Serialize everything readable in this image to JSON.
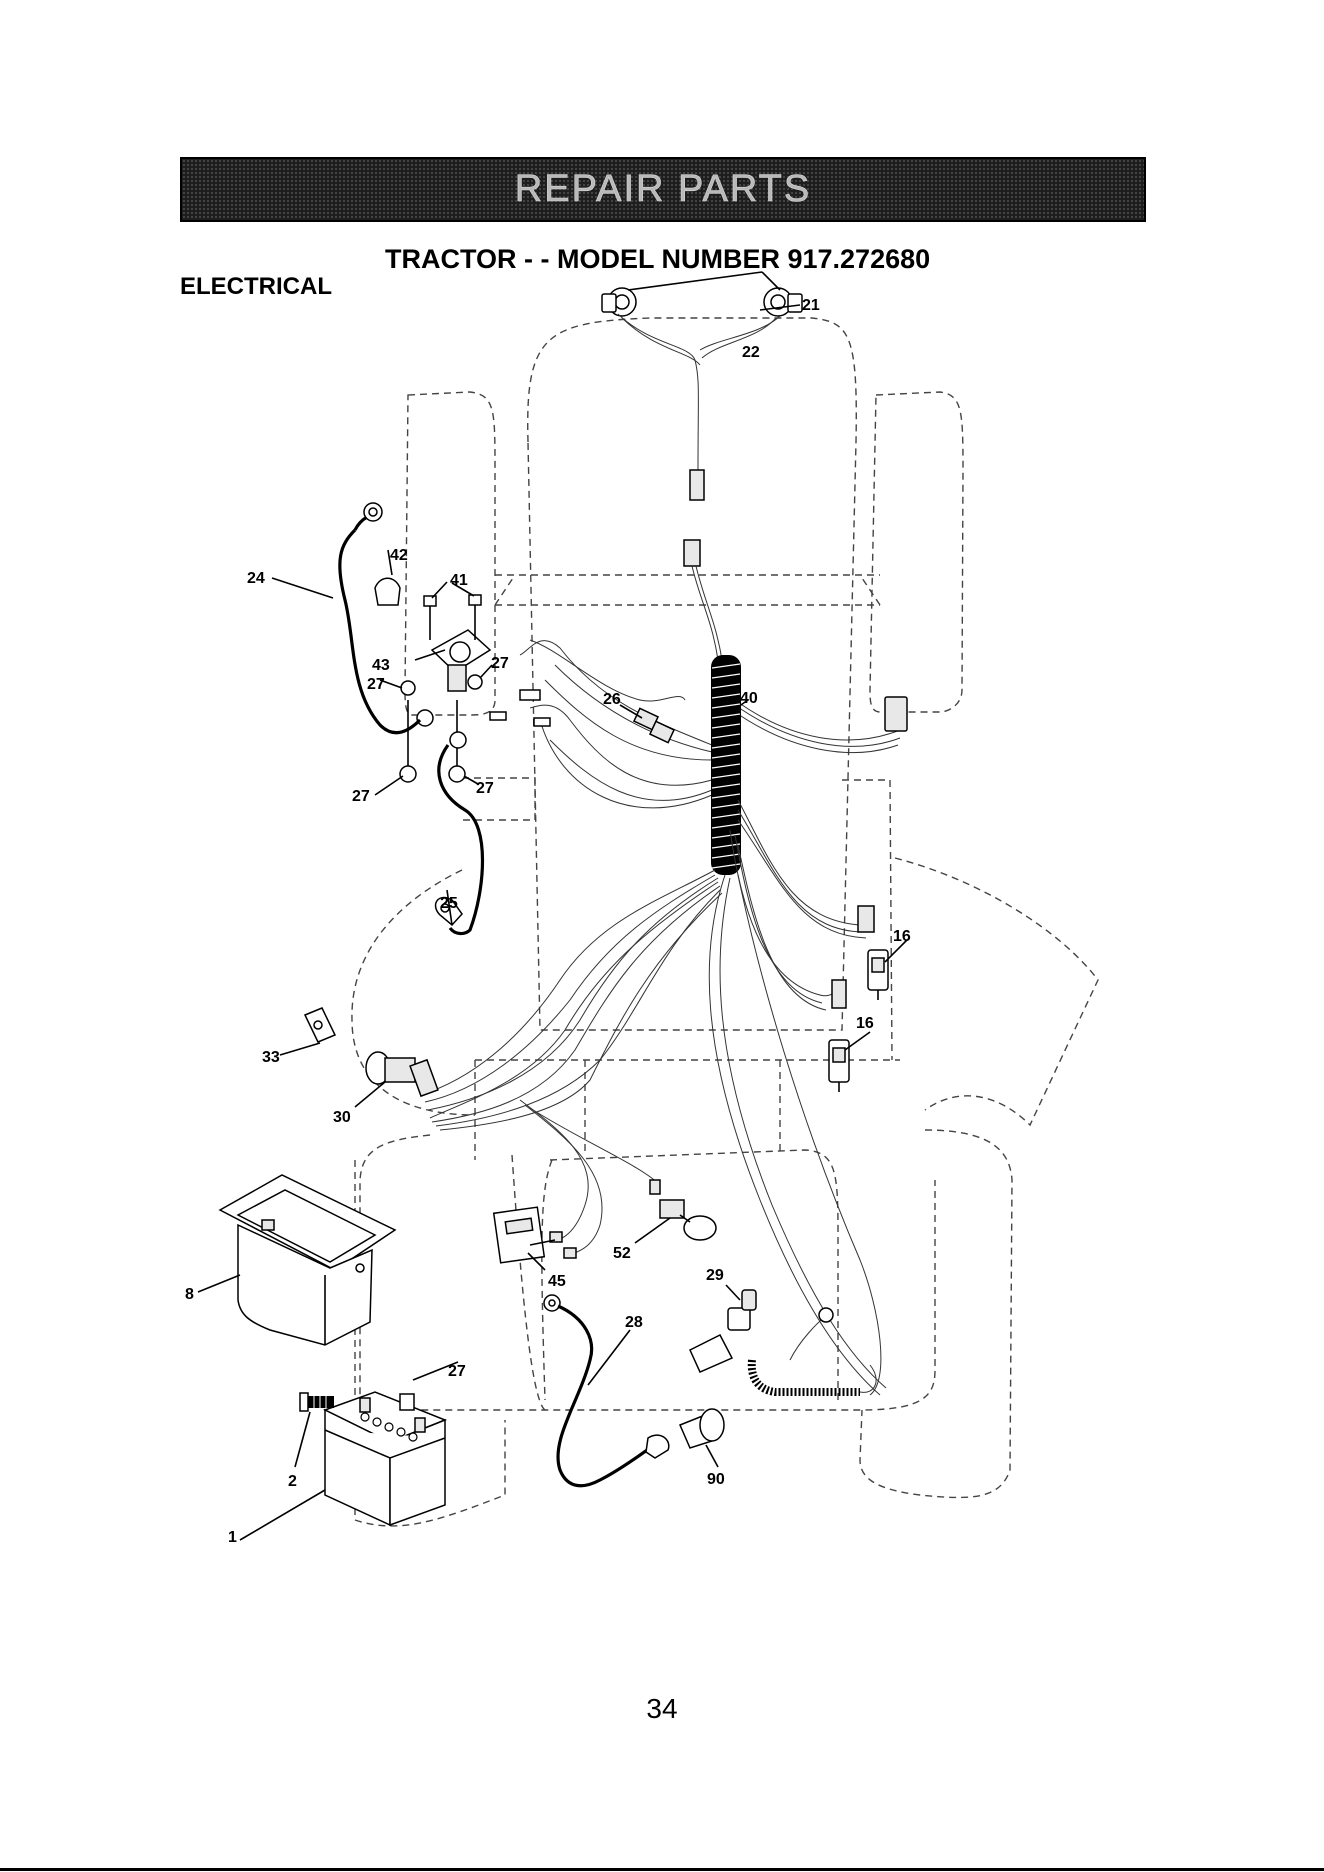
{
  "header": {
    "banner": "REPAIR PARTS",
    "model_title": "TRACTOR - - MODEL NUMBER  917.272680",
    "section": "ELECTRICAL"
  },
  "diagram": {
    "callouts": [
      {
        "id": "c22",
        "label": "22"
      },
      {
        "id": "c21",
        "label": "21"
      },
      {
        "id": "c24",
        "label": "24"
      },
      {
        "id": "c42",
        "label": "42"
      },
      {
        "id": "c41",
        "label": "41"
      },
      {
        "id": "c43",
        "label": "43"
      },
      {
        "id": "c27a",
        "label": "27"
      },
      {
        "id": "c27b",
        "label": "27"
      },
      {
        "id": "c27c",
        "label": "27"
      },
      {
        "id": "c27d",
        "label": "27"
      },
      {
        "id": "c26",
        "label": "26"
      },
      {
        "id": "c40",
        "label": "40"
      },
      {
        "id": "c25",
        "label": "25"
      },
      {
        "id": "c16a",
        "label": "16"
      },
      {
        "id": "c16b",
        "label": "16"
      },
      {
        "id": "c33",
        "label": "33"
      },
      {
        "id": "c30",
        "label": "30"
      },
      {
        "id": "c52",
        "label": "52"
      },
      {
        "id": "c45",
        "label": "45"
      },
      {
        "id": "c29",
        "label": "29"
      },
      {
        "id": "c28",
        "label": "28"
      },
      {
        "id": "c8",
        "label": "8"
      },
      {
        "id": "c27e",
        "label": "27"
      },
      {
        "id": "c2",
        "label": "2"
      },
      {
        "id": "c1",
        "label": "1"
      },
      {
        "id": "c90",
        "label": "90"
      }
    ]
  },
  "footer": {
    "page_number": "34"
  }
}
